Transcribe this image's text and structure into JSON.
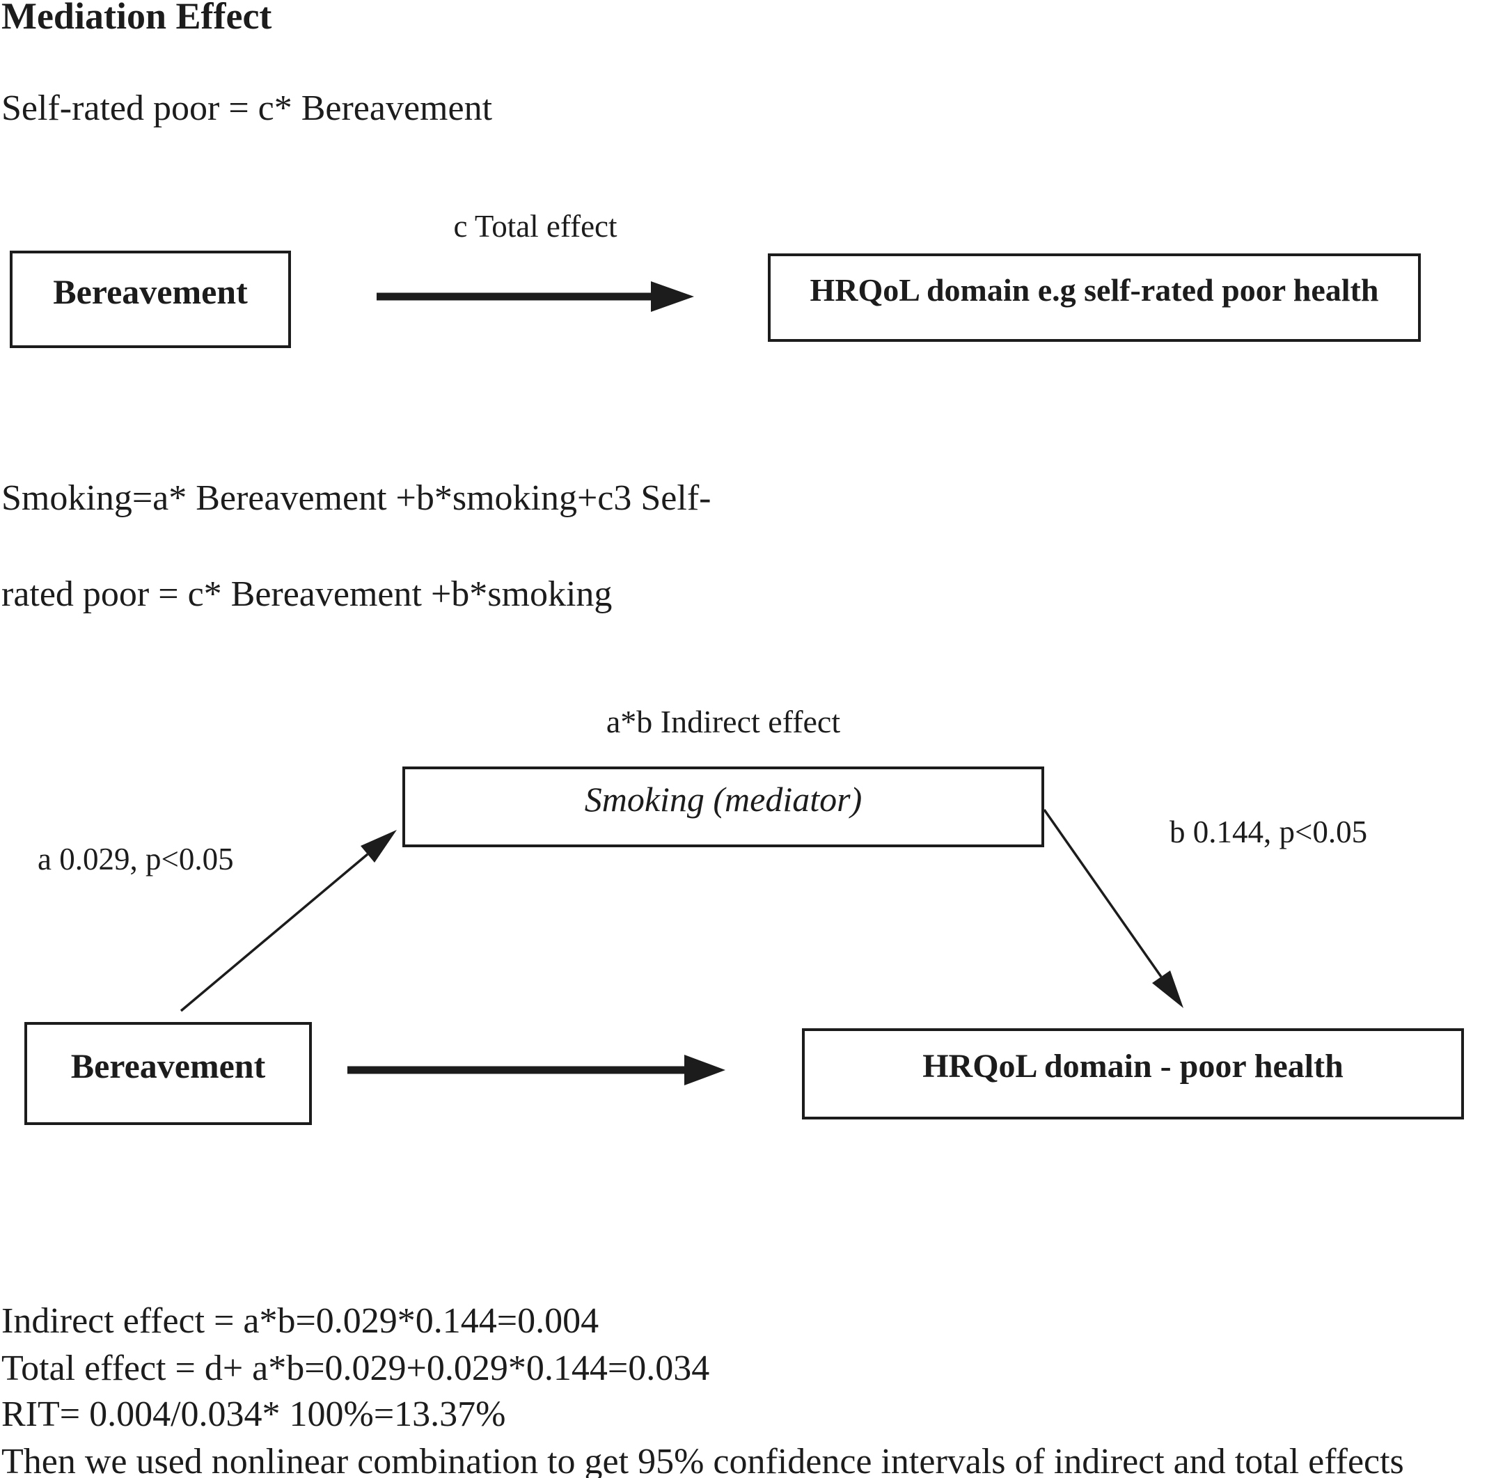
{
  "page": {
    "background": "#ffffff",
    "ink": "#1c1c1c"
  },
  "header": {
    "title": "Mediation Effect"
  },
  "equations": {
    "total_effect_model": "Self-rated poor = c* Bereavement",
    "mediation_model_line1": "Smoking=a* Bereavement +b*smoking+c3 Self-",
    "mediation_model_line2": "rated poor = c* Bereavement +b*smoking"
  },
  "total_effect_diagram": {
    "predictor_box": "Bereavement",
    "arrow_label": "c Total effect",
    "outcome_box": "HRQoL domain e.g self-rated poor health"
  },
  "mediation_diagram": {
    "indirect_effect_label": "a*b Indirect effect",
    "mediator_box": "Smoking (mediator)",
    "path_a_label": "a 0.029, p<0.05",
    "path_b_label": "b 0.144, p<0.05",
    "predictor_box": "Bereavement",
    "outcome_box": "HRQoL domain - poor health"
  },
  "results": {
    "indirect_effect": "Indirect effect = a*b=0.029*0.144=0.004",
    "total_effect": "Total effect = d+ a*b=0.029+0.029*0.144=0.034",
    "rit": "RIT= 0.004/0.034* 100%=13.37%",
    "note": "Then we used nonlinear combination to get 95% confidence intervals of indirect and total effects"
  }
}
